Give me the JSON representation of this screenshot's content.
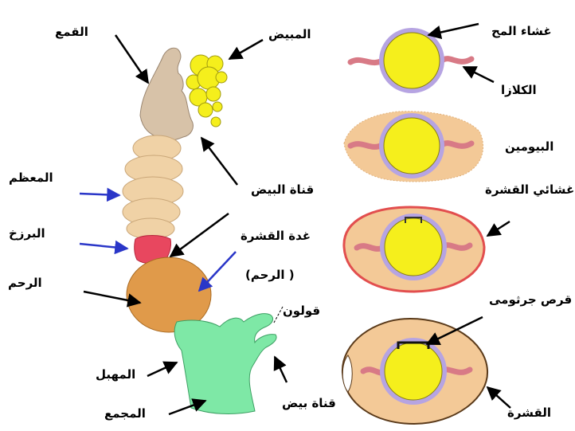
{
  "labels": {
    "infundibulum": "القمع",
    "ova": "المبيض",
    "oviduct_left": "قناة البيض",
    "magnum": "المعظم",
    "isthmus": "البرزخ",
    "shell_gland": "غدة القشرة",
    "uterus_note": "( الرحم)",
    "uterus": "الرحم",
    "colon": "قولون",
    "vagina": "المهبل",
    "oviduct_right": "قناة بيض",
    "cloaca": "المجمع",
    "vitelline_membrane": "غشاء المح",
    "chalazae": "الكلازا",
    "albumen": "البيومين",
    "shell_membranes": "غشائي القشرة",
    "germinal_disc": "قرص جرثومى",
    "shell": "القشرة"
  },
  "colors": {
    "yolk": "#f5ef1c",
    "infundibulum": "#d7c2a8",
    "magnum": "#f0d2a6",
    "isthmus": "#e8475f",
    "uterus": "#e09a4a",
    "vagina": "#7ee8a6",
    "albumen": "#f3c997",
    "membrane": "#b6a4e2",
    "chalaza": "#d87a86",
    "shell_rim": "#e24e4e",
    "arrow_black": "#000000",
    "arrow_blue": "#2a36c8"
  }
}
